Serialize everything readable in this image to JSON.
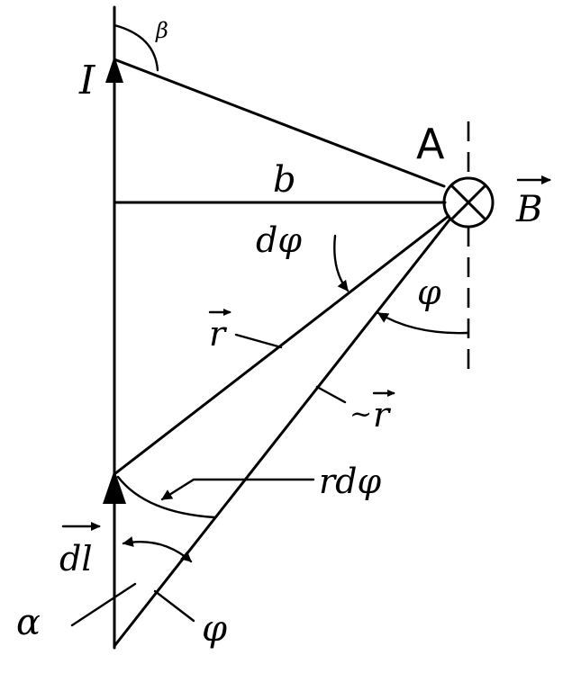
{
  "diagram": {
    "labels": {
      "current": "I",
      "beta": "β",
      "point": "A",
      "distance": "b",
      "field": "B",
      "dphi": "dφ",
      "phi_top": "φ",
      "r": "r",
      "approx_r_tilde": "~",
      "approx_r": "r",
      "rdphi": "rdφ",
      "dl": "dl",
      "alpha": "α",
      "phi_bottom": "φ"
    },
    "colors": {
      "stroke": "#000000",
      "background": "#ffffff"
    }
  }
}
